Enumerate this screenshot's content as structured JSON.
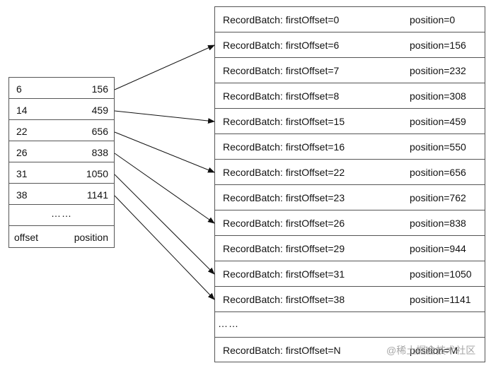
{
  "index_table": {
    "rows": [
      {
        "offset": "6",
        "position": "156"
      },
      {
        "offset": "14",
        "position": "459"
      },
      {
        "offset": "22",
        "position": "656"
      },
      {
        "offset": "26",
        "position": "838"
      },
      {
        "offset": "31",
        "position": "1050"
      },
      {
        "offset": "38",
        "position": "1141"
      }
    ],
    "ellipsis": "……",
    "footer": {
      "offset": "offset",
      "position": "position"
    }
  },
  "batch_table": {
    "rows": [
      {
        "label": "RecordBatch: firstOffset=0",
        "position": "position=0"
      },
      {
        "label": "RecordBatch: firstOffset=6",
        "position": "position=156"
      },
      {
        "label": "RecordBatch: firstOffset=7",
        "position": "position=232"
      },
      {
        "label": "RecordBatch: firstOffset=8",
        "position": "position=308"
      },
      {
        "label": "RecordBatch: firstOffset=15",
        "position": "position=459"
      },
      {
        "label": "RecordBatch: firstOffset=16",
        "position": "position=550"
      },
      {
        "label": "RecordBatch: firstOffset=22",
        "position": "position=656"
      },
      {
        "label": "RecordBatch: firstOffset=23",
        "position": "position=762"
      },
      {
        "label": "RecordBatch: firstOffset=26",
        "position": "position=838"
      },
      {
        "label": "RecordBatch: firstOffset=29",
        "position": "position=944"
      },
      {
        "label": "RecordBatch: firstOffset=31",
        "position": "position=1050"
      },
      {
        "label": "RecordBatch: firstOffset=38",
        "position": "position=1141"
      }
    ],
    "ellipsis": "……",
    "last_row": {
      "label": "RecordBatch: firstOffset=N",
      "position": "position=M"
    }
  },
  "arrows": [
    {
      "from_index_row": 0,
      "to_batch_row": 1
    },
    {
      "from_index_row": 1,
      "to_batch_row": 4
    },
    {
      "from_index_row": 2,
      "to_batch_row": 6
    },
    {
      "from_index_row": 3,
      "to_batch_row": 8
    },
    {
      "from_index_row": 4,
      "to_batch_row": 10
    },
    {
      "from_index_row": 5,
      "to_batch_row": 11
    }
  ],
  "colors": {
    "line": "#111111",
    "border": "#555555"
  },
  "watermark": "@稀土掘金技术社区"
}
